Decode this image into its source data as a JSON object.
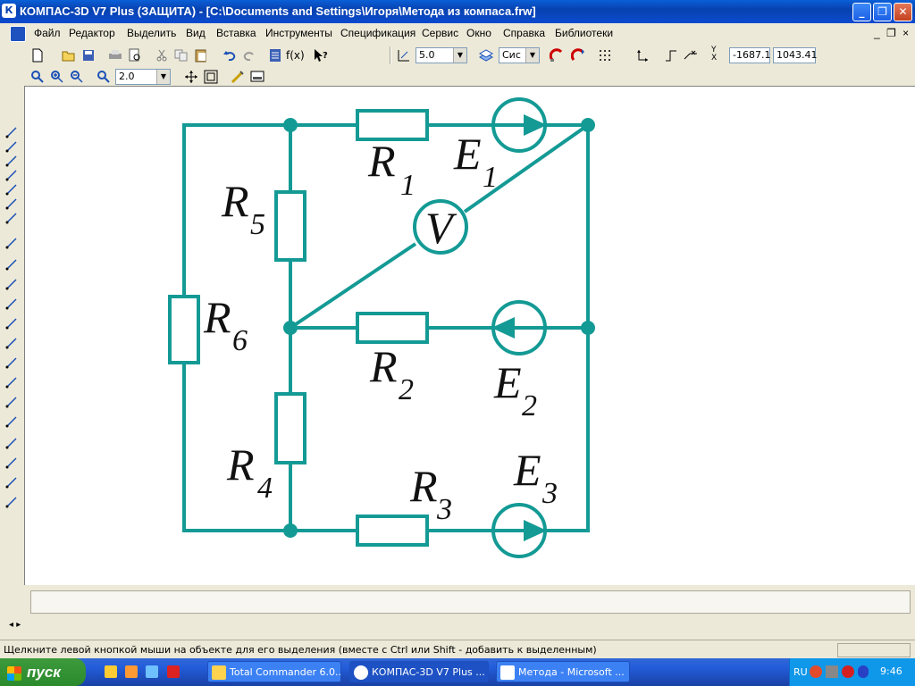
{
  "window": {
    "title": "КОМПАС-3D V7 Plus (ЗАЩИТА) - [C:\\Documents and Settings\\Игоря\\Метода из компаса.frw]",
    "app_icon": "К",
    "minimize_symbol": "_",
    "maximize_symbol": "❐",
    "close_symbol": "✕"
  },
  "menu": {
    "items": [
      "Файл",
      "Редактор",
      "Выделить",
      "Вид",
      "Вставка",
      "Инструменты",
      "Спецификация",
      "Сервис",
      "Окно",
      "Справка",
      "Библиотеки"
    ],
    "doc_controls": "_ ❐ ×"
  },
  "toolbar1": {
    "step_value": "5.0",
    "coord_system": "Сис",
    "coord_x": "-1687.1",
    "coord_y": "1043.41",
    "fx_label": "f(x)",
    "coord_label": "Y X"
  },
  "toolbar2": {
    "zoom_value": "2.0"
  },
  "drawing": {
    "labels": {
      "r1": "R",
      "r1_sub": "1",
      "r2": "R",
      "r2_sub": "2",
      "r3": "R",
      "r3_sub": "3",
      "r4": "R",
      "r4_sub": "4",
      "r5": "R",
      "r5_sub": "5",
      "r6": "R",
      "r6_sub": "6",
      "e1": "E",
      "e1_sub": "1",
      "e2": "E",
      "e2_sub": "2",
      "e3": "E",
      "e3_sub": "3",
      "voltmeter": "V"
    },
    "colors": {
      "wire": "#149a95"
    }
  },
  "status": {
    "hint": "Щелкните левой кнопкой мыши на объекте для его выделения (вместе с Ctrl или Shift - добавить к выделенным)",
    "scroll_arrows": "◂ ▸"
  },
  "taskbar": {
    "start_label": "пуск",
    "tasks": [
      {
        "label": "Total Commander 6.0...",
        "active": false
      },
      {
        "label": "КОМПАС-3D V7 Plus ...",
        "active": true
      },
      {
        "label": "Метода - Microsoft ...",
        "active": false
      }
    ],
    "tray_lang": "RU",
    "clock": "9:46"
  }
}
